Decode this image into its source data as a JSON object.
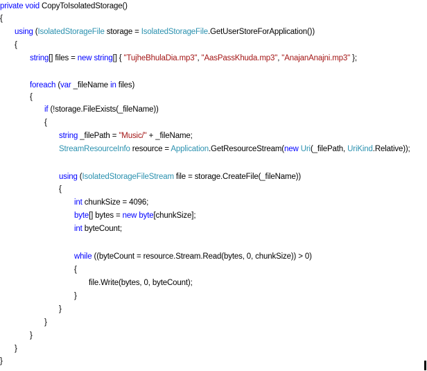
{
  "colors": {
    "keyword": "#0000ff",
    "type": "#2b91af",
    "string": "#a31515",
    "text": "#000000",
    "background": "#ffffff"
  },
  "code": {
    "lines": [
      [
        [
          "kw",
          "private"
        ],
        [
          "pl",
          " "
        ],
        [
          "kw",
          "void"
        ],
        [
          "pl",
          " CopyToIsolatedStorage()"
        ]
      ],
      [
        [
          "pl",
          "{"
        ]
      ],
      [
        [
          "kw",
          "using"
        ],
        [
          "pl",
          " ("
        ],
        [
          "ty",
          "IsolatedStorageFile"
        ],
        [
          "pl",
          " storage = "
        ],
        [
          "ty",
          "IsolatedStorageFile"
        ],
        [
          "pl",
          ".GetUserStoreForApplication())"
        ]
      ],
      [
        [
          "pl",
          "{"
        ]
      ],
      [
        [
          "kw",
          "string"
        ],
        [
          "pl",
          "[] files = "
        ],
        [
          "kw",
          "new"
        ],
        [
          "pl",
          " "
        ],
        [
          "kw",
          "string"
        ],
        [
          "pl",
          "[] { "
        ],
        [
          "str",
          "\"TujheBhulaDia.mp3\""
        ],
        [
          "pl",
          ", "
        ],
        [
          "str",
          "\"AasPassKhuda.mp3\""
        ],
        [
          "pl",
          ", "
        ],
        [
          "str",
          "\"AnajanAnajni.mp3\""
        ],
        [
          "pl",
          " };"
        ]
      ],
      [],
      [
        [
          "kw",
          "foreach"
        ],
        [
          "pl",
          " ("
        ],
        [
          "kw",
          "var"
        ],
        [
          "pl",
          " _fileName "
        ],
        [
          "kw",
          "in"
        ],
        [
          "pl",
          " files)"
        ]
      ],
      [
        [
          "pl",
          "{"
        ]
      ],
      [
        [
          "kw",
          "if"
        ],
        [
          "pl",
          " (!storage.FileExists(_fileName))"
        ]
      ],
      [
        [
          "pl",
          "{"
        ]
      ],
      [
        [
          "kw",
          "string"
        ],
        [
          "pl",
          " _filePath = "
        ],
        [
          "str",
          "\"Music/\""
        ],
        [
          "pl",
          " + _fileName;"
        ]
      ],
      [
        [
          "ty",
          "StreamResourceInfo"
        ],
        [
          "pl",
          " resource = "
        ],
        [
          "ty",
          "Application"
        ],
        [
          "pl",
          ".GetResourceStream("
        ],
        [
          "kw",
          "new"
        ],
        [
          "pl",
          " "
        ],
        [
          "ty",
          "Uri"
        ],
        [
          "pl",
          "(_filePath, "
        ],
        [
          "ty",
          "UriKind"
        ],
        [
          "pl",
          ".Relative));"
        ]
      ],
      [],
      [
        [
          "kw",
          "using"
        ],
        [
          "pl",
          " ("
        ],
        [
          "ty",
          "IsolatedStorageFileStream"
        ],
        [
          "pl",
          " file = storage.CreateFile(_fileName))"
        ]
      ],
      [
        [
          "pl",
          "{"
        ]
      ],
      [
        [
          "kw",
          "int"
        ],
        [
          "pl",
          " chunkSize = 4096;"
        ]
      ],
      [
        [
          "kw",
          "byte"
        ],
        [
          "pl",
          "[] bytes = "
        ],
        [
          "kw",
          "new"
        ],
        [
          "pl",
          " "
        ],
        [
          "kw",
          "byte"
        ],
        [
          "pl",
          "[chunkSize];"
        ]
      ],
      [
        [
          "kw",
          "int"
        ],
        [
          "pl",
          " byteCount;"
        ]
      ],
      [],
      [
        [
          "kw",
          "while"
        ],
        [
          "pl",
          " ((byteCount = resource.Stream.Read(bytes, 0, chunkSize)) > 0)"
        ]
      ],
      [
        [
          "pl",
          "{"
        ]
      ],
      [
        [
          "pl",
          "file.Write(bytes, 0, byteCount);"
        ]
      ],
      [
        [
          "pl",
          "}"
        ]
      ],
      [
        [
          "pl",
          "}"
        ]
      ],
      [
        [
          "pl",
          "}"
        ]
      ],
      [
        [
          "pl",
          "}"
        ]
      ],
      [
        [
          "pl",
          "}"
        ]
      ],
      [
        [
          "pl",
          "}"
        ]
      ]
    ]
  }
}
